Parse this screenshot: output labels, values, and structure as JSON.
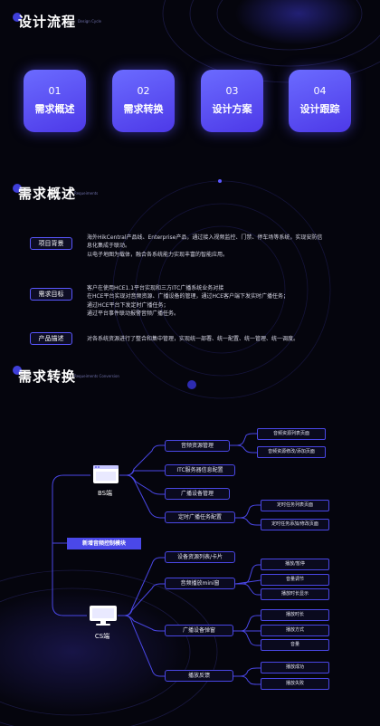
{
  "colors": {
    "background": "#05050d",
    "accent": "#5a57ff",
    "card": "#5b4cf3",
    "banner": "#4a48e8"
  },
  "design_cycle": {
    "title": "设计流程",
    "subtitle": "Design Cycle",
    "steps": [
      {
        "num": "01",
        "label": "需求概述"
      },
      {
        "num": "02",
        "label": "需求转换"
      },
      {
        "num": "03",
        "label": "设计方案"
      },
      {
        "num": "04",
        "label": "设计跟踪"
      }
    ]
  },
  "requirements": {
    "title": "需求概述",
    "subtitle": "Requeiments",
    "items": [
      {
        "tag": "项目背景",
        "lines": [
          "海外HikCentral产品线、Enterprise产品，通过接入视频监控、门禁、停车场等系统，实现安防信",
          "息化集成于联动。",
          "以电子地图为载体，融合各系统能力实现丰富的智能应用。"
        ]
      },
      {
        "tag": "需求目标",
        "lines": [
          "客户在使用HCE1.1平台实现和三方ITC广播系统业务对接",
          "在HCE平台实现对音频资源、广播设备的管理，通过HCE客户端下发实时广播任务；",
          "通过HCE平台下发定时广播任务；",
          "通过平台事件联动报警音频广播任务。"
        ]
      },
      {
        "tag": "产品描述",
        "lines": [
          "对各系统资源进行了整合和集中管理，实现统一部署、统一配置、统一管理、统一调度。"
        ]
      }
    ]
  },
  "conversion": {
    "title": "需求转换",
    "subtitle": "Requeiments Conversion",
    "bs_label": "BS端",
    "cs_label": "CS端",
    "banner": "新增音频控制模块",
    "bs_nodes": [
      "音频资源管理",
      "ITC服务器信息配置",
      "广播设备管理",
      "定时广播任务配置"
    ],
    "bs_leaves": [
      "音频资源列表页面",
      "音频资源修改/添加页面",
      "定时任务列表页面",
      "定时任务添加/修改页面"
    ],
    "cs_nodes": [
      "设备资源列表/卡片",
      "音频播放mini窗",
      "广播设备弹窗",
      "播放反馈"
    ],
    "cs_leaves": [
      "播放/暂停",
      "音量调节",
      "播放时长显示",
      "播放时长",
      "播放方式",
      "音量",
      "播放成功",
      "播放失败"
    ]
  }
}
